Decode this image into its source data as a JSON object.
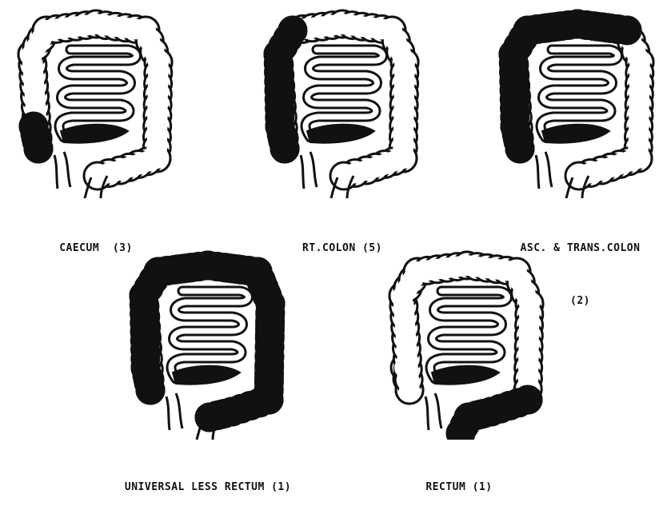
{
  "figures": [
    {
      "id": "caecum",
      "label": "CAECUM  (3)",
      "label_line2": "",
      "affected": [
        "caecum"
      ]
    },
    {
      "id": "rt-colon",
      "label": "RT.COLON (5)",
      "label_line2": "",
      "affected": [
        "caecum",
        "ascending"
      ]
    },
    {
      "id": "asc-trans",
      "label": "ASC. & TRANS.COLON",
      "label_line2": "(2)",
      "affected": [
        "caecum",
        "ascending",
        "transverse"
      ]
    },
    {
      "id": "universal",
      "label": "UNIVERSAL LESS RECTUM (1)",
      "label_line2": "",
      "affected": [
        "caecum",
        "ascending",
        "transverse",
        "descending",
        "sigmoid"
      ]
    },
    {
      "id": "rectum",
      "label": "RECTUM (1)",
      "label_line2": "",
      "affected": [
        "sigmoid",
        "rectum"
      ]
    }
  ],
  "colors": {
    "ink": "#111111",
    "paper": "#ffffff"
  }
}
